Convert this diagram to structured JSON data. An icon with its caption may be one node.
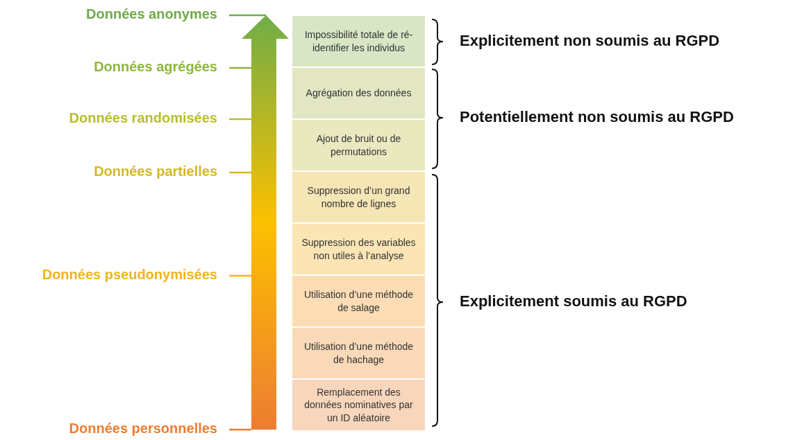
{
  "diagram": {
    "nodes": [
      {
        "text": [
          "Impossibilité totale de ré-identifier les individus"
        ]
      },
      {
        "text": [
          "Agrégation des données"
        ]
      },
      {
        "text": [
          "Ajout de bruit ou de permutations"
        ]
      },
      {
        "text": [
          "Suppression d’un grand nombre de lignes"
        ]
      },
      {
        "text": [
          "Suppression des variables non utiles à l’analyse"
        ]
      },
      {
        "text": [
          "Utilisation d’une méthode de salage"
        ]
      },
      {
        "text": [
          "Utilisation d’une méthode de hachage"
        ]
      },
      {
        "text": [
          "Remplacement des données nominatives par un ID aléatoire"
        ]
      }
    ],
    "edges": [],
    "labels": [
      "Données anonymes",
      "Données agrégées",
      "Données randomisées",
      "Données partielles",
      "Données pseudonymisées",
      "Données personnelles",
      "Explicitement non soumis au RGPD",
      "Potentiellement non soumis au RGPD",
      "Explicitement soumis au RGPD"
    ]
  }
}
